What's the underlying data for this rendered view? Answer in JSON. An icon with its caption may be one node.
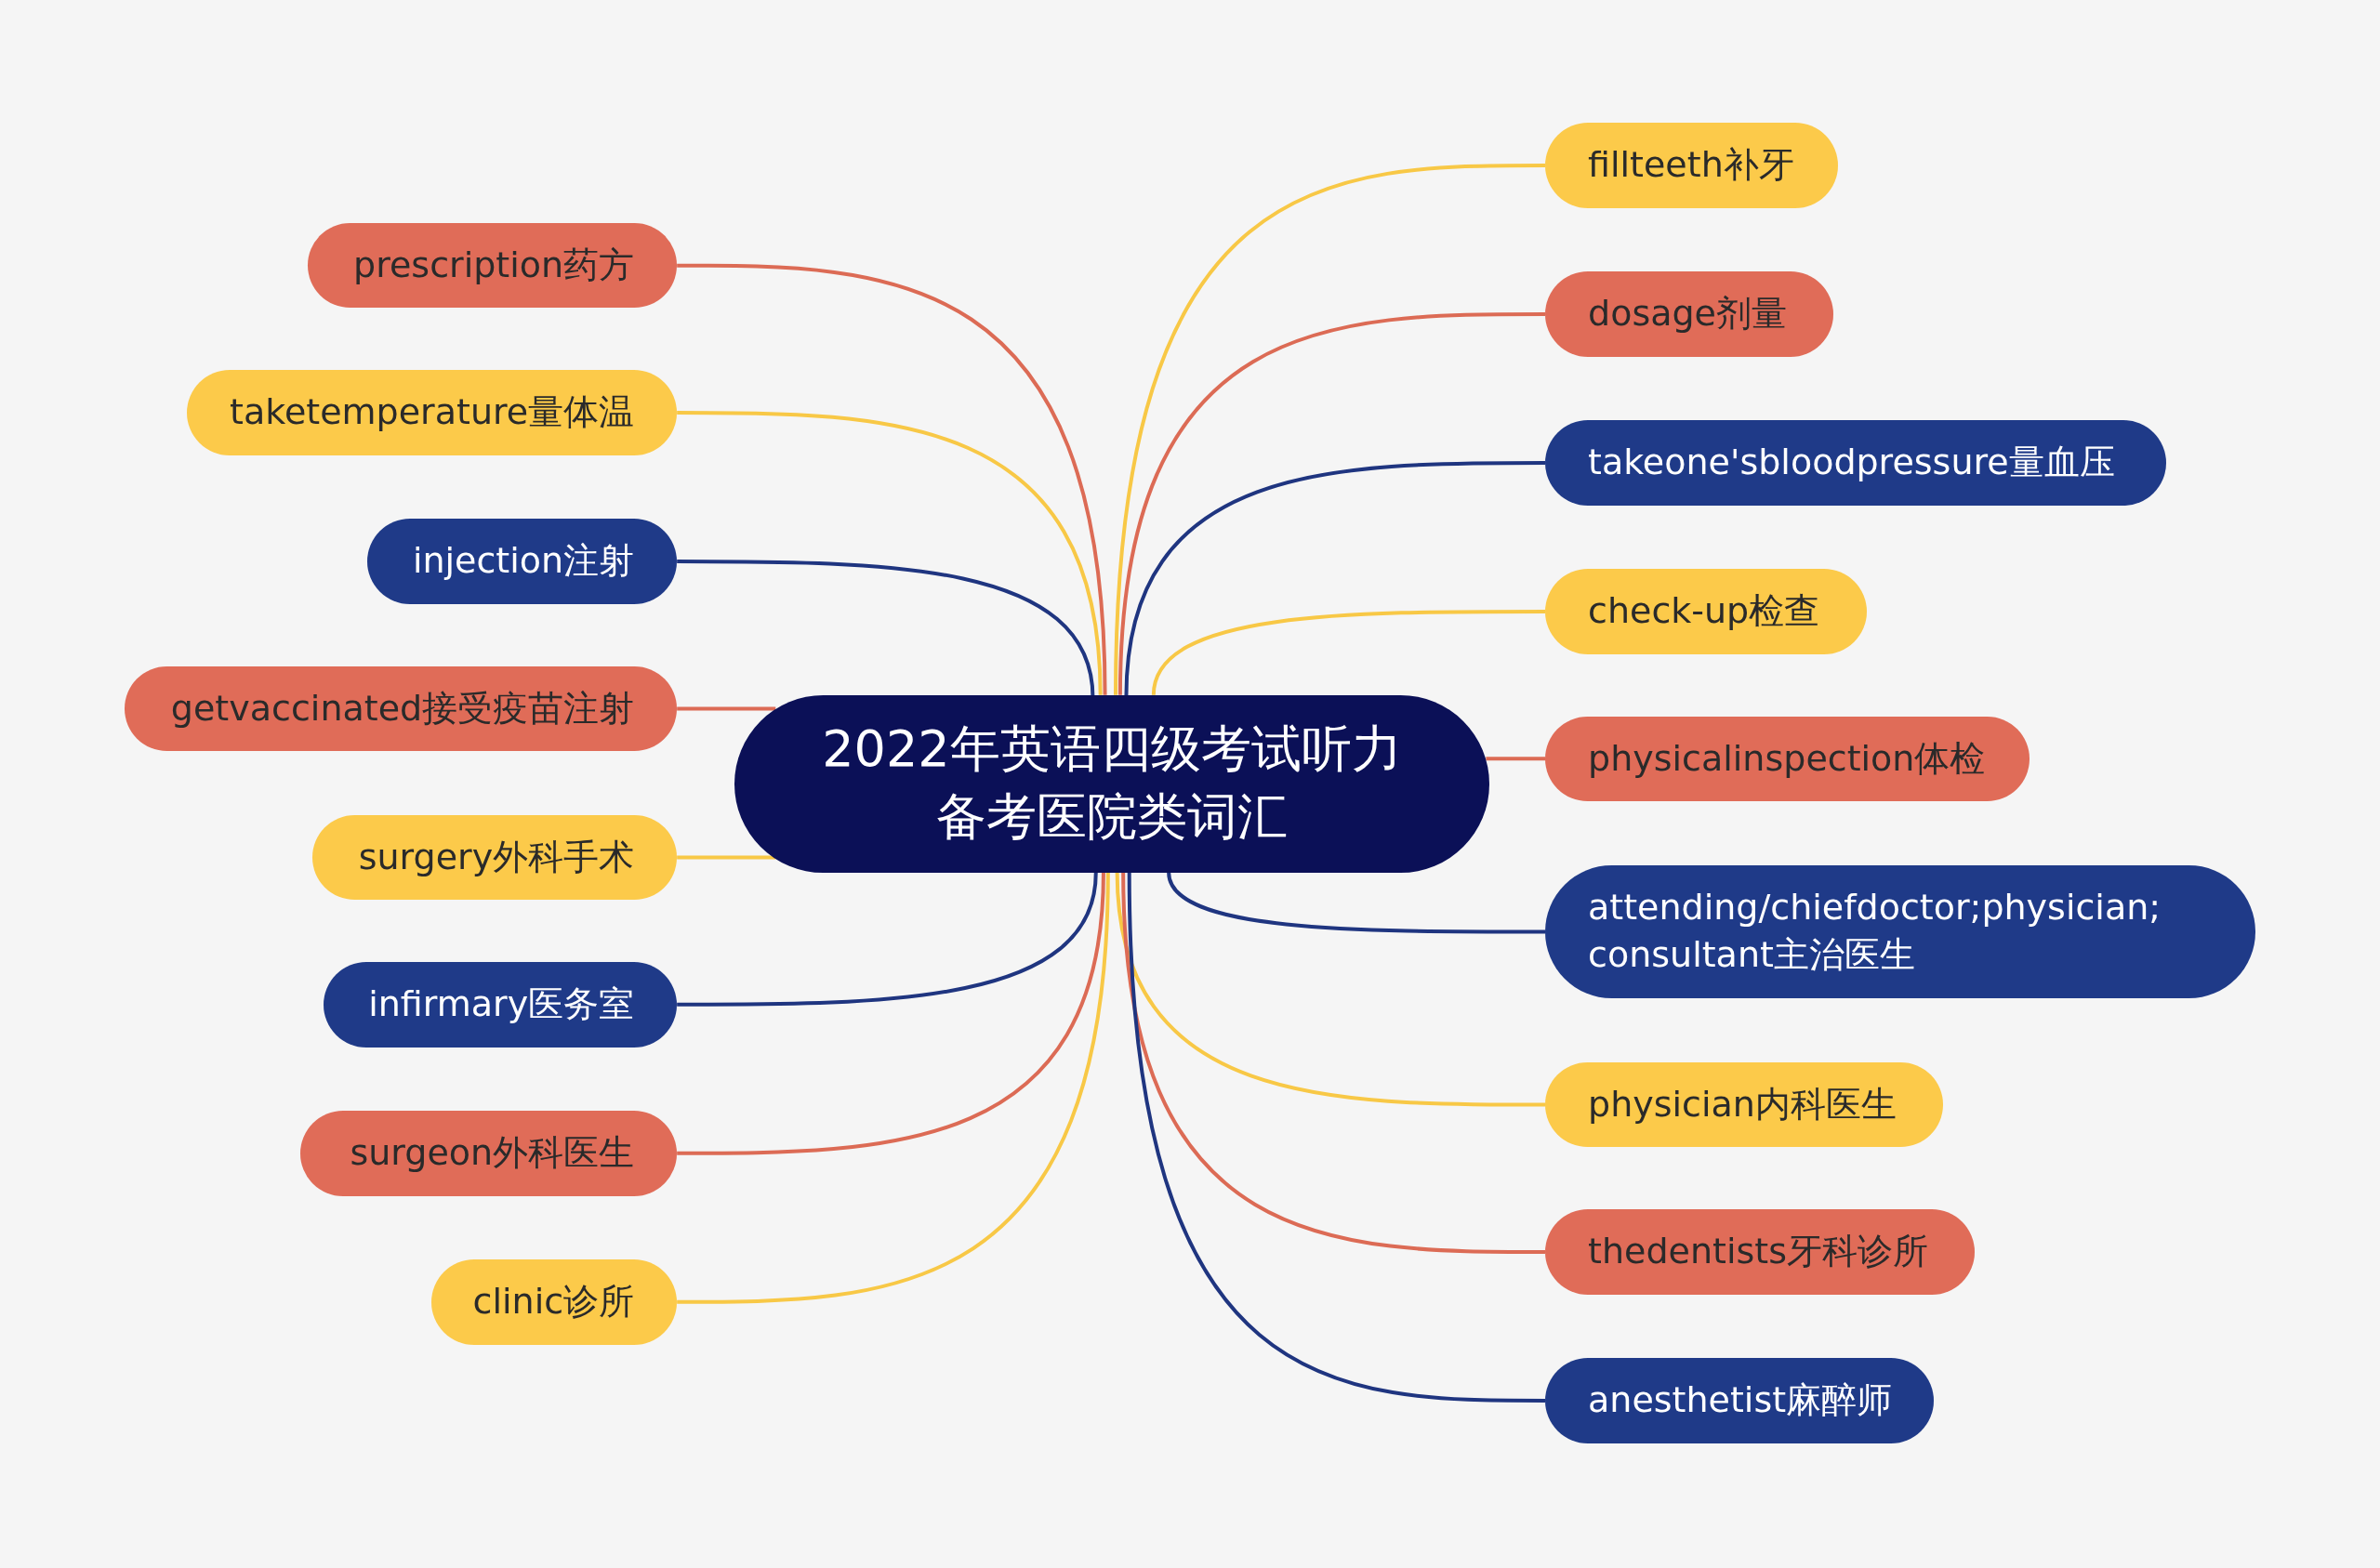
{
  "diagram": {
    "nodes": [
      {
        "text": [
          "2022年英语四级考试听力备考医院类词汇"
        ]
      },
      {
        "text": [
          "prescription药方"
        ]
      },
      {
        "text": [
          "taketemperature量体温"
        ]
      },
      {
        "text": [
          "injection注射"
        ]
      },
      {
        "text": [
          "getvaccinated接受疫苗注射"
        ]
      },
      {
        "text": [
          "surgery外科手术"
        ]
      },
      {
        "text": [
          "infirmary医务室"
        ]
      },
      {
        "text": [
          "surgeon外科医生"
        ]
      },
      {
        "text": [
          "clinic诊所"
        ]
      },
      {
        "text": [
          "fillteeth补牙"
        ]
      },
      {
        "text": [
          "dosage剂量"
        ]
      },
      {
        "text": [
          "takeone'sbloodpressure量血压"
        ]
      },
      {
        "text": [
          "check-up检查"
        ]
      },
      {
        "text": [
          "physicalinspection体检"
        ]
      },
      {
        "text": [
          "attending/chiefdoctor;physician; consultant主治医生"
        ]
      },
      {
        "text": [
          "physician内科医生"
        ]
      },
      {
        "text": [
          "thedentists牙科诊所"
        ]
      },
      {
        "text": [
          "anesthetist麻醉师"
        ]
      }
    ],
    "edges": [
      {
        "from": 0,
        "to": 1,
        "arrow": "none",
        "color": "#dc6b55"
      },
      {
        "from": 0,
        "to": 2,
        "arrow": "none",
        "color": "#f8c846"
      },
      {
        "from": 0,
        "to": 3,
        "arrow": "none",
        "color": "#1f3580"
      },
      {
        "from": 0,
        "to": 4,
        "arrow": "none",
        "color": "#dc6b55"
      },
      {
        "from": 0,
        "to": 5,
        "arrow": "none",
        "color": "#f8c846"
      },
      {
        "from": 0,
        "to": 6,
        "arrow": "none",
        "color": "#1f3580"
      },
      {
        "from": 0,
        "to": 7,
        "arrow": "none",
        "color": "#dc6b55"
      },
      {
        "from": 0,
        "to": 8,
        "arrow": "none",
        "color": "#f8c846"
      },
      {
        "from": 0,
        "to": 9,
        "arrow": "none",
        "color": "#f8c846"
      },
      {
        "from": 0,
        "to": 10,
        "arrow": "none",
        "color": "#dc6b55"
      },
      {
        "from": 0,
        "to": 11,
        "arrow": "none",
        "color": "#1f3580"
      },
      {
        "from": 0,
        "to": 12,
        "arrow": "none",
        "color": "#f8c846"
      },
      {
        "from": 0,
        "to": 13,
        "arrow": "none",
        "color": "#dc6b55"
      },
      {
        "from": 0,
        "to": 14,
        "arrow": "none",
        "color": "#1f3580"
      },
      {
        "from": 0,
        "to": 15,
        "arrow": "none",
        "color": "#f8c846"
      },
      {
        "from": 0,
        "to": 16,
        "arrow": "none",
        "color": "#dc6b55"
      },
      {
        "from": 0,
        "to": 17,
        "arrow": "none",
        "color": "#1f3580"
      }
    ]
  }
}
